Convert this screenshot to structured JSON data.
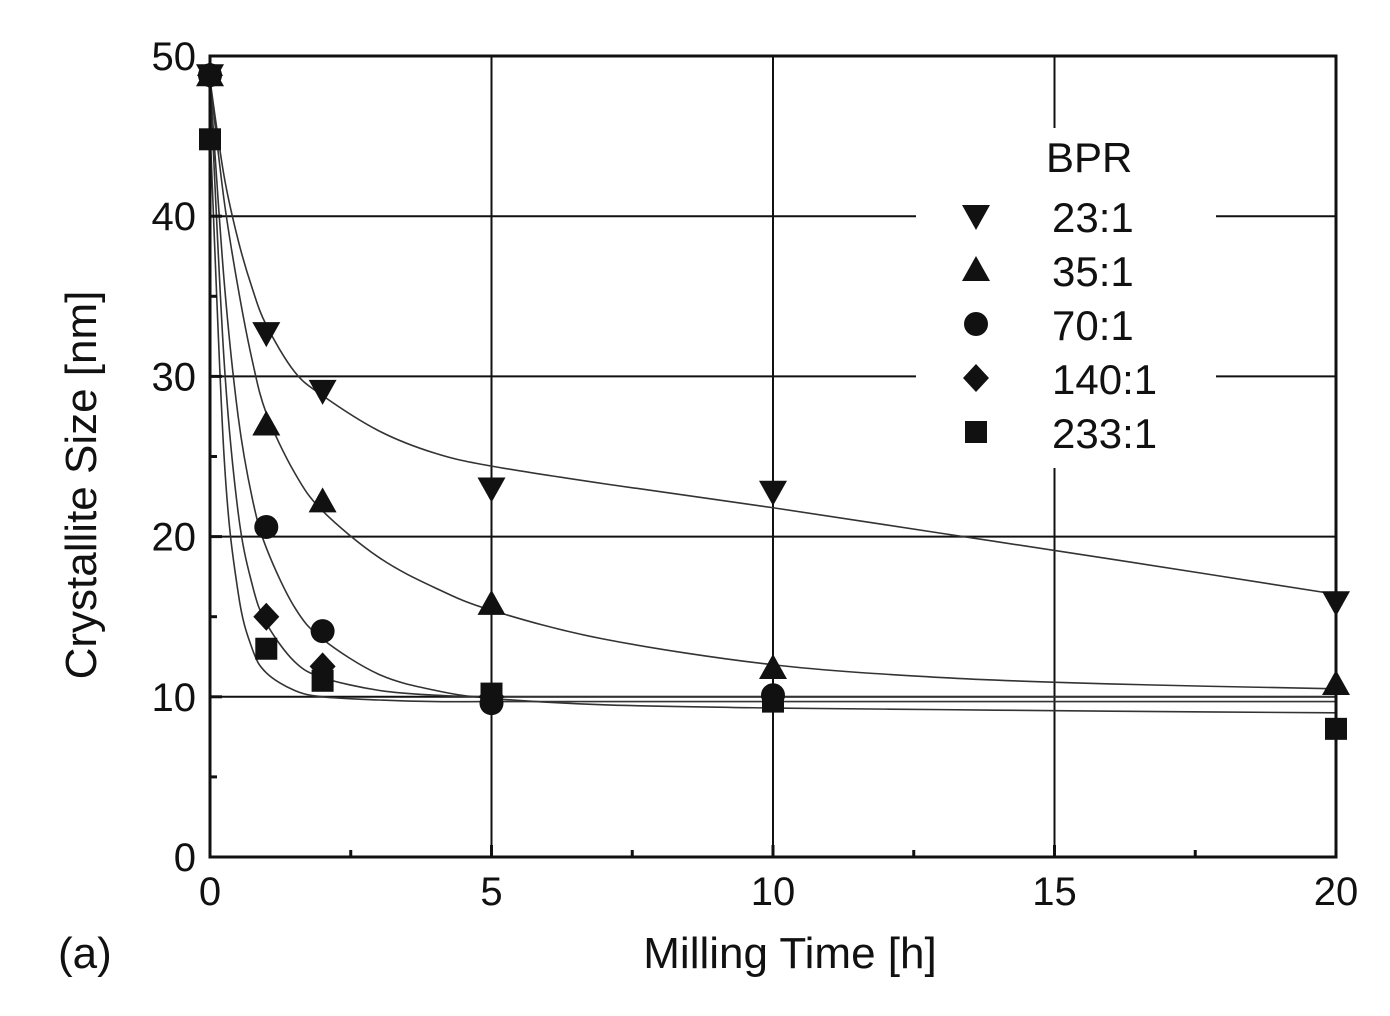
{
  "panel_label": "(a)",
  "chart_data": {
    "type": "scatter",
    "title": "",
    "xlabel": "Milling Time [h]",
    "ylabel": "Crystallite Size [nm]",
    "xlim": [
      0,
      20
    ],
    "ylim": [
      0,
      50
    ],
    "x_ticks": [
      0,
      5,
      10,
      15,
      20
    ],
    "y_ticks": [
      0,
      10,
      20,
      30,
      40,
      50
    ],
    "x_tick_labels": [
      "0",
      "5",
      "10",
      "15",
      "20"
    ],
    "y_tick_labels": [
      "0",
      "10",
      "20",
      "30",
      "40",
      "50"
    ],
    "grid": true,
    "legend_title": "BPR",
    "legend_position": "top-right",
    "series": [
      {
        "name": "23:1",
        "marker": "triangle-down",
        "x": [
          0,
          1,
          2,
          5,
          10,
          20
        ],
        "y": [
          48.8,
          32.7,
          29.1,
          23.0,
          22.8,
          15.9
        ],
        "fit_x": [
          0,
          0.25,
          0.5,
          0.75,
          1,
          1.5,
          2,
          3,
          4,
          5,
          7,
          10,
          13,
          16,
          20
        ],
        "fit_y": [
          48.5,
          42.5,
          38.5,
          35.5,
          33.2,
          30.3,
          28.8,
          26.6,
          25.2,
          24.4,
          23.3,
          21.8,
          20.2,
          18.6,
          16.4
        ]
      },
      {
        "name": "35:1",
        "marker": "triangle-up",
        "x": [
          0,
          1,
          2,
          5,
          10,
          20
        ],
        "y": [
          48.8,
          27.0,
          22.2,
          15.8,
          11.8,
          10.8
        ],
        "fit_x": [
          0,
          0.25,
          0.5,
          0.75,
          1,
          1.5,
          2,
          3,
          4,
          5,
          7,
          10,
          13,
          16,
          20
        ],
        "fit_y": [
          48.5,
          41.0,
          35.5,
          31.0,
          27.7,
          24.0,
          21.6,
          18.7,
          16.8,
          15.4,
          13.6,
          12.0,
          11.2,
          10.8,
          10.5
        ]
      },
      {
        "name": "70:1",
        "marker": "circle",
        "x": [
          0,
          1,
          2,
          5,
          10
        ],
        "y": [
          48.8,
          20.6,
          14.1,
          9.6,
          10.1
        ],
        "fit_x": [
          0,
          0.25,
          0.5,
          0.75,
          1,
          1.5,
          2,
          3,
          4,
          5,
          7,
          10,
          13,
          16,
          20
        ],
        "fit_y": [
          48.5,
          36.0,
          27.5,
          22.4,
          19.3,
          15.6,
          13.6,
          11.4,
          10.4,
          9.9,
          9.5,
          9.3,
          9.2,
          9.1,
          9.0
        ]
      },
      {
        "name": "140:1",
        "marker": "diamond",
        "x": [
          0,
          1,
          2,
          5
        ],
        "y": [
          48.8,
          15.0,
          11.9,
          10.0
        ],
        "fit_x": [
          0,
          0.25,
          0.5,
          0.75,
          1,
          1.5,
          2,
          3,
          4,
          5,
          7,
          10,
          13,
          16,
          20
        ],
        "fit_y": [
          48.5,
          31.0,
          21.5,
          17.0,
          14.6,
          12.2,
          11.2,
          10.4,
          10.1,
          10.0,
          10.0,
          10.0,
          10.0,
          10.0,
          10.0
        ]
      },
      {
        "name": "233:1",
        "marker": "square",
        "x": [
          0,
          1,
          2,
          5,
          10,
          20
        ],
        "y": [
          44.8,
          13.0,
          11.0,
          10.2,
          9.7,
          8.0
        ],
        "fit_x": [
          0,
          0.25,
          0.5,
          0.75,
          1,
          1.5,
          2,
          3,
          4,
          5,
          7,
          10,
          13,
          16,
          20
        ],
        "fit_y": [
          45.5,
          25.0,
          16.5,
          13.0,
          11.5,
          10.4,
          10.0,
          9.8,
          9.7,
          9.7,
          9.7,
          9.7,
          9.7,
          9.7,
          9.7
        ]
      }
    ]
  }
}
